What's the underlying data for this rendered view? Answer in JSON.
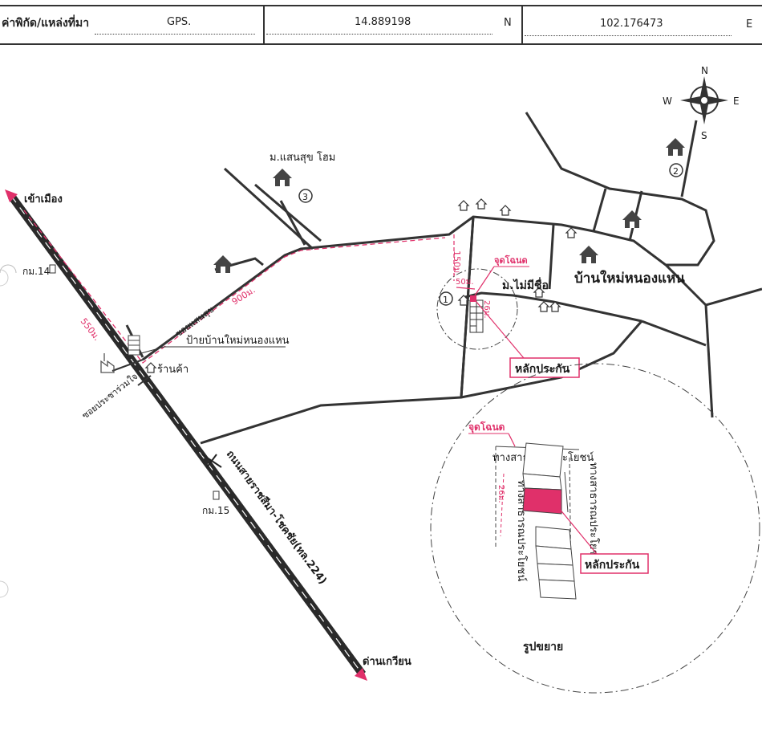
{
  "header": {
    "label": "ค่าพิกัด/แหล่งที่มา",
    "source": "GPS.",
    "latitude": "14.889198",
    "lat_hemisphere": "N",
    "longitude": "102.176473",
    "lon_hemisphere": "E"
  },
  "compass": {
    "n": "N",
    "s": "S",
    "e": "E",
    "w": "W"
  },
  "directions": {
    "to_city": "เข้าเมือง",
    "to_dan_kwian": "ด่านเกวียน"
  },
  "km_markers": {
    "km14": "กม.14",
    "km15": "กม.15"
  },
  "roads": {
    "highway": "ถนนสายราชสีมา-โชคชัย(ทล.224)",
    "soi_saensuk": "ซอยแสนสุข",
    "soi_pracha": "ซอยประชาร่วมใจ"
  },
  "places": {
    "moo_saensuk_home": "ม.แสนสุข โฮม",
    "ban_mai_nong_haen": "บ้านใหม่หนองแหน",
    "sign_ban_mai": "ป้ายบ้านใหม่หนองแหน",
    "shop": "ร้านค้า",
    "moo_no_name": "ม.ไม่มีชื่อ",
    "ref1": "1",
    "ref2": "2",
    "ref3": "3"
  },
  "distances": {
    "d550": "550ม.",
    "d900": "900ม.",
    "d150": "150ม.",
    "d50": "50ม.",
    "d26": "26ม."
  },
  "labels": {
    "plot_point": "จุดโฉนด",
    "collateral": "หลักประกัน",
    "public_way": "ทางสาธารณประโยชน์",
    "enlarged": "รูปขยาย"
  },
  "colors": {
    "accent": "#e0306a",
    "ink": "#333333"
  }
}
